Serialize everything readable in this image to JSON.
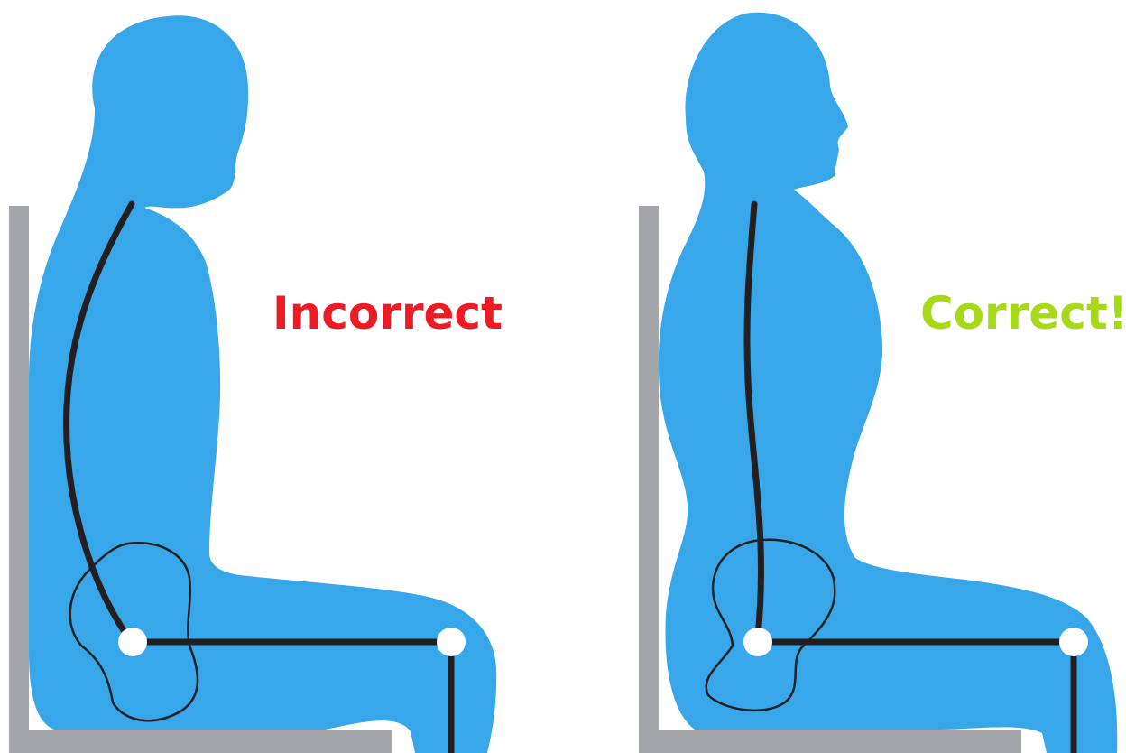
{
  "panels": [
    {
      "id": "incorrect",
      "caption": "Incorrect",
      "caption_color": "#ed1c24"
    },
    {
      "id": "correct",
      "caption": "Correct!",
      "caption_color": "#a6d916"
    }
  ],
  "colors": {
    "body": "#38a7ea",
    "chair": "#a4a6a9",
    "spine": "#231f20",
    "joint": "#ffffff",
    "background": "#ffffff"
  }
}
